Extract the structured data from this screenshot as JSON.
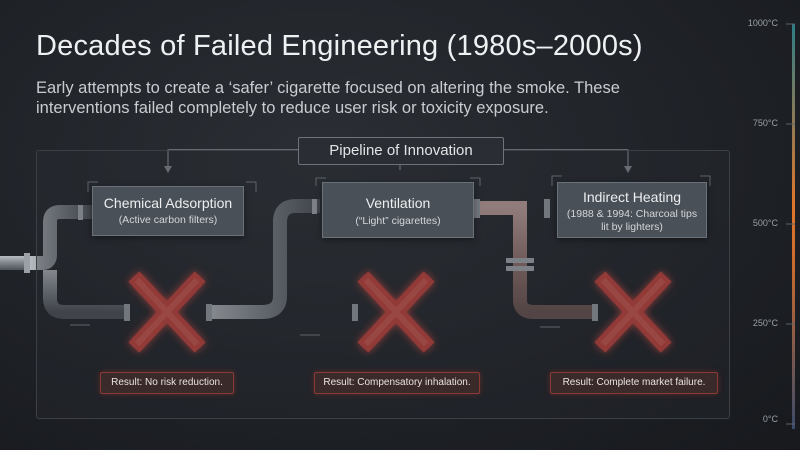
{
  "title": "Decades of Failed Engineering (1980s–2000s)",
  "subtitle": "Early attempts to create a ‘safer’ cigarette focused on altering the smoke. These interventions failed completely to reduce user risk or toxicity exposure.",
  "pipeline_label": "Pipeline of Innovation",
  "stages": [
    {
      "name": "Chemical Adsorption",
      "desc": "(Active carbon filters)",
      "result": "Result: No risk reduction."
    },
    {
      "name": "Ventilation",
      "desc": "(“Light” cigarettes)",
      "result": "Result: Compensatory inhalation."
    },
    {
      "name": "Indirect Heating",
      "desc": "(1988 & 1994: Charcoal tips lit by lighters)",
      "result": "Result: Complete market failure."
    }
  ],
  "temperature_scale": {
    "labels": [
      "1000°C",
      "750°C",
      "500°C",
      "250°C",
      "0°C"
    ],
    "colors": {
      "top": "#2e7d86",
      "middle": "#e0762a",
      "bottom": "#3a4a6a"
    }
  },
  "colors": {
    "failure": "#c9423a",
    "pipe": "#8e949b"
  }
}
